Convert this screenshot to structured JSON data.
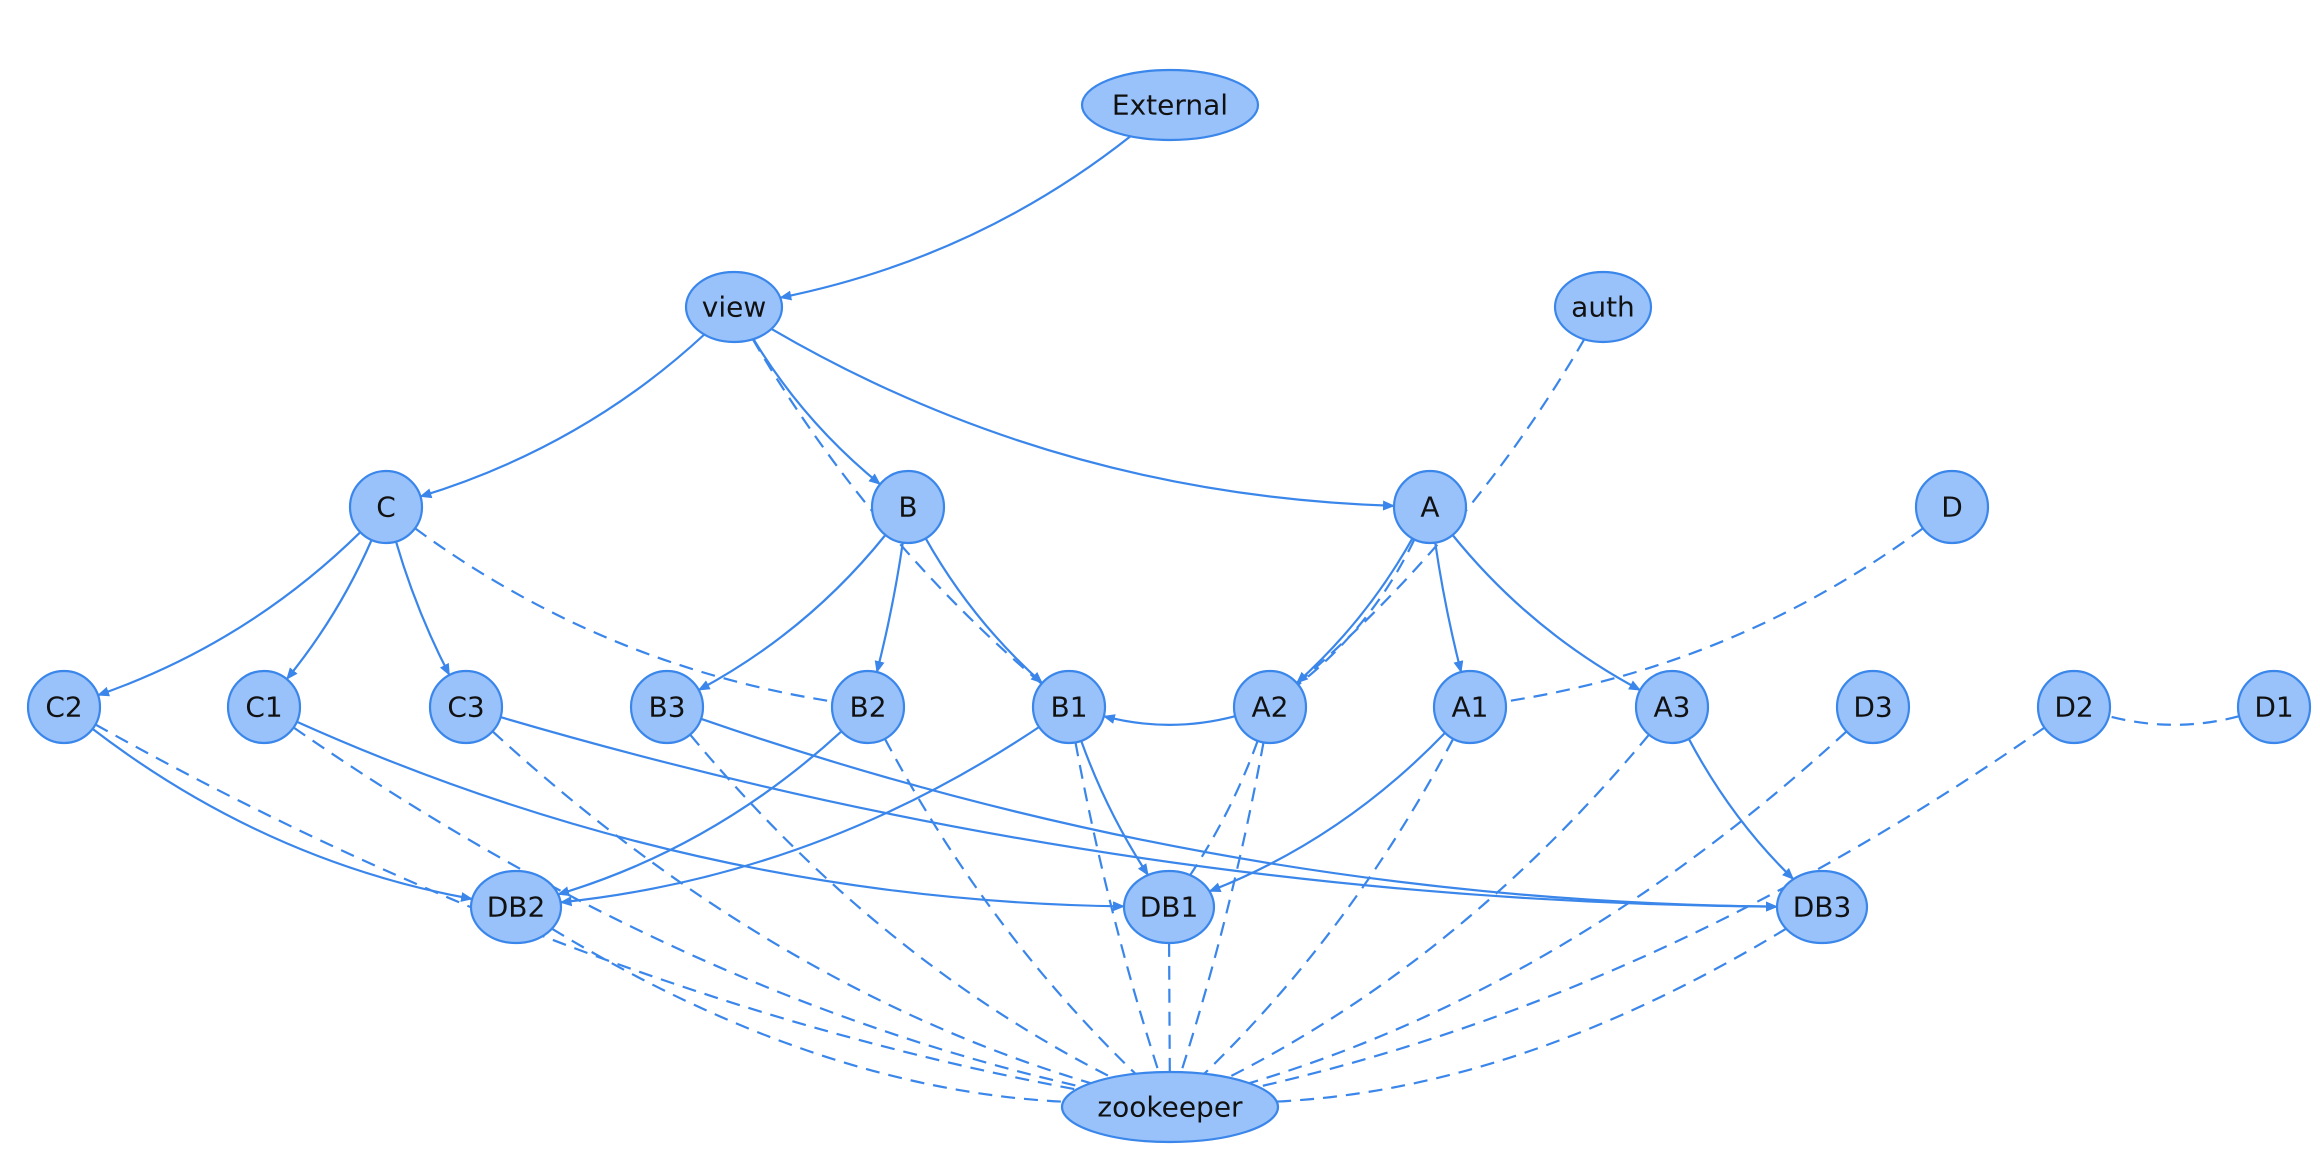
{
  "colors": {
    "node_fill": "#99c2fa",
    "node_stroke": "#3a86ea",
    "edge": "#3a86ea",
    "label": "#111111",
    "background": "#ffffff"
  },
  "nodes": [
    {
      "id": "External",
      "label": "External"
    },
    {
      "id": "view",
      "label": "view"
    },
    {
      "id": "auth",
      "label": "auth"
    },
    {
      "id": "C",
      "label": "C"
    },
    {
      "id": "B",
      "label": "B"
    },
    {
      "id": "A",
      "label": "A"
    },
    {
      "id": "D",
      "label": "D"
    },
    {
      "id": "C2",
      "label": "C2"
    },
    {
      "id": "C1",
      "label": "C1"
    },
    {
      "id": "C3",
      "label": "C3"
    },
    {
      "id": "B3",
      "label": "B3"
    },
    {
      "id": "B2",
      "label": "B2"
    },
    {
      "id": "B1",
      "label": "B1"
    },
    {
      "id": "A2",
      "label": "A2"
    },
    {
      "id": "A1",
      "label": "A1"
    },
    {
      "id": "A3",
      "label": "A3"
    },
    {
      "id": "D3",
      "label": "D3"
    },
    {
      "id": "D2",
      "label": "D2"
    },
    {
      "id": "D1",
      "label": "D1"
    },
    {
      "id": "DB2",
      "label": "DB2"
    },
    {
      "id": "DB1",
      "label": "DB1"
    },
    {
      "id": "DB3",
      "label": "DB3"
    },
    {
      "id": "zookeeper",
      "label": "zookeeper"
    }
  ],
  "edges": [
    {
      "from": "External",
      "to": "view",
      "style": "solid"
    },
    {
      "from": "view",
      "to": "C",
      "style": "solid"
    },
    {
      "from": "view",
      "to": "B",
      "style": "solid"
    },
    {
      "from": "view",
      "to": "A",
      "style": "solid"
    },
    {
      "from": "view",
      "to": "B1",
      "style": "dashed"
    },
    {
      "from": "C",
      "to": "C2",
      "style": "solid"
    },
    {
      "from": "C",
      "to": "C1",
      "style": "solid"
    },
    {
      "from": "C",
      "to": "C3",
      "style": "solid"
    },
    {
      "from": "C",
      "to": "B2",
      "style": "dashed"
    },
    {
      "from": "B",
      "to": "B3",
      "style": "solid"
    },
    {
      "from": "B",
      "to": "B2",
      "style": "solid"
    },
    {
      "from": "B",
      "to": "B1",
      "style": "solid"
    },
    {
      "from": "A",
      "to": "A2",
      "style": "solid"
    },
    {
      "from": "A",
      "to": "A1",
      "style": "solid"
    },
    {
      "from": "A",
      "to": "A3",
      "style": "solid"
    },
    {
      "from": "A",
      "to": "A2",
      "style": "dashed"
    },
    {
      "from": "auth",
      "to": "A2",
      "style": "dashed"
    },
    {
      "from": "D",
      "to": "A1",
      "style": "dashed"
    },
    {
      "from": "C2",
      "to": "DB2",
      "style": "solid"
    },
    {
      "from": "C1",
      "to": "DB1",
      "style": "solid"
    },
    {
      "from": "C3",
      "to": "DB3",
      "style": "solid"
    },
    {
      "from": "B3",
      "to": "DB3",
      "style": "solid"
    },
    {
      "from": "B2",
      "to": "DB2",
      "style": "solid"
    },
    {
      "from": "B1",
      "to": "DB2",
      "style": "solid"
    },
    {
      "from": "B1",
      "to": "DB1",
      "style": "solid"
    },
    {
      "from": "A2",
      "to": "B1",
      "style": "solid"
    },
    {
      "from": "A1",
      "to": "DB1",
      "style": "solid"
    },
    {
      "from": "A2",
      "to": "DB1",
      "style": "dashed"
    },
    {
      "from": "A3",
      "to": "DB3",
      "style": "solid"
    },
    {
      "from": "D1",
      "to": "D2",
      "style": "dashed"
    },
    {
      "from": "C2",
      "to": "zookeeper",
      "style": "dashed"
    },
    {
      "from": "C1",
      "to": "zookeeper",
      "style": "dashed"
    },
    {
      "from": "C3",
      "to": "zookeeper",
      "style": "dashed"
    },
    {
      "from": "B3",
      "to": "zookeeper",
      "style": "dashed"
    },
    {
      "from": "B2",
      "to": "zookeeper",
      "style": "dashed"
    },
    {
      "from": "B1",
      "to": "zookeeper",
      "style": "dashed"
    },
    {
      "from": "A2",
      "to": "zookeeper",
      "style": "dashed"
    },
    {
      "from": "A1",
      "to": "zookeeper",
      "style": "dashed"
    },
    {
      "from": "A3",
      "to": "zookeeper",
      "style": "dashed"
    },
    {
      "from": "D3",
      "to": "zookeeper",
      "style": "dashed"
    },
    {
      "from": "D2",
      "to": "zookeeper",
      "style": "dashed"
    },
    {
      "from": "DB2",
      "to": "zookeeper",
      "style": "dashed"
    },
    {
      "from": "DB1",
      "to": "zookeeper",
      "style": "dashed"
    },
    {
      "from": "DB3",
      "to": "zookeeper",
      "style": "dashed"
    }
  ]
}
